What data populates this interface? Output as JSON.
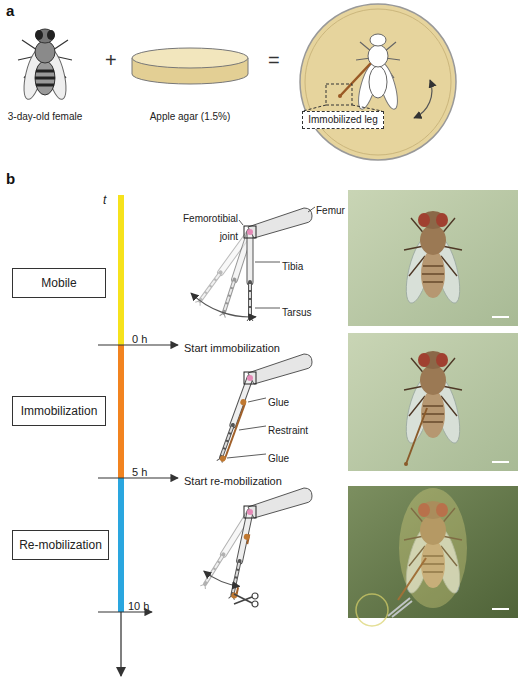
{
  "diagram": {
    "nodes": [
      {
        "text": [
          "Immobilized leg"
        ]
      },
      {
        "text": [
          "Mobile"
        ]
      },
      {
        "text": [
          "Immobilization"
        ]
      },
      {
        "text": [
          "Re-mobilization"
        ]
      }
    ],
    "labels": [
      "a",
      "3-day-old female",
      "+",
      "Apple agar (1.5%)",
      "=",
      "b",
      "t",
      "Femorotibial joint",
      "Femur",
      "Tibia",
      "Tarsus",
      "0 h",
      "Start immobilization",
      "Glue",
      "Restraint",
      "Glue",
      "5 h",
      "Start re-mobilization",
      "10 h"
    ]
  }
}
